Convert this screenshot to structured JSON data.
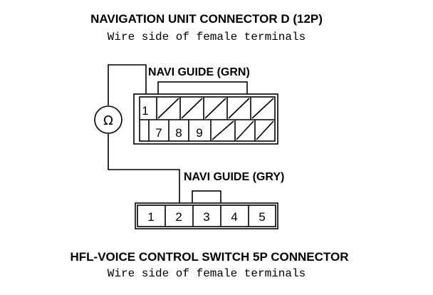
{
  "connector_d": {
    "title": "NAVIGATION UNIT CONNECTOR D (12P)",
    "subtitle": "Wire side of female terminals",
    "wire_label": "NAVI GUIDE (GRN)",
    "pins_visible": [
      "1",
      "7",
      "8",
      "9"
    ]
  },
  "connector_5p": {
    "title": "HFL-VOICE CONTROL SWITCH 5P CONNECTOR",
    "subtitle": "Wire side of female terminals",
    "wire_label": "NAVI GUIDE (GRY)",
    "pins": [
      "1",
      "2",
      "3",
      "4",
      "5"
    ]
  },
  "meter": {
    "symbol": "Ω"
  }
}
